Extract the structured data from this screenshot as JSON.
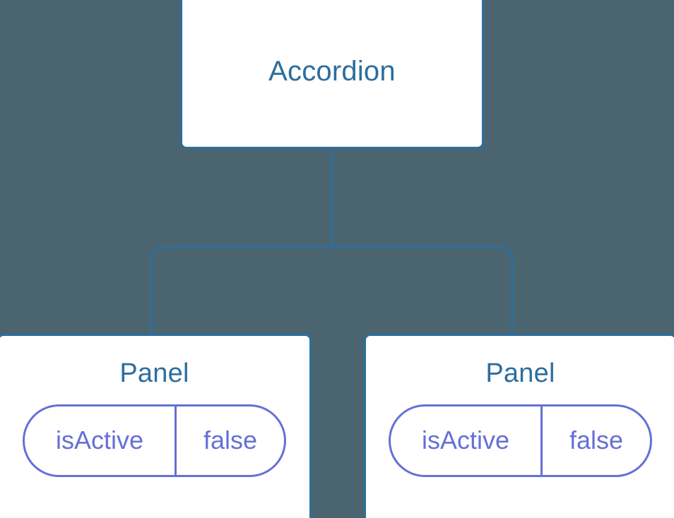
{
  "diagram": {
    "type": "component-tree",
    "background_color": "#4a656f",
    "node_border_color": "#2d6e9e",
    "node_title_color": "#2d6e9e",
    "connector_color": "#2d6e9e",
    "pill_color": "#6670d6",
    "nodes": [
      {
        "id": "accordion",
        "title": "Accordion",
        "state": null
      },
      {
        "id": "panel-left",
        "title": "Panel",
        "state": {
          "key": "isActive",
          "value": "false"
        }
      },
      {
        "id": "panel-right",
        "title": "Panel",
        "state": {
          "key": "isActive",
          "value": "false"
        }
      }
    ],
    "edges": [
      {
        "from": "accordion",
        "to": "panel-left"
      },
      {
        "from": "accordion",
        "to": "panel-right"
      }
    ]
  }
}
